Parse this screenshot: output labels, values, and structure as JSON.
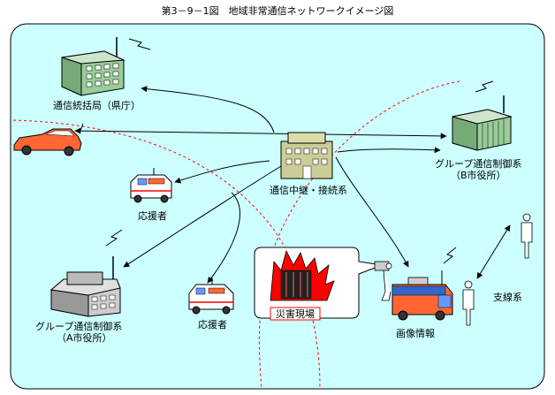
{
  "title": "第3－9－1図　地域非常通信ネットワークイメージ図",
  "nodes": {
    "prefecture_hq": "通信統括局（県庁）",
    "relay": "通信中継・接続系",
    "group_b_line1": "グループ通信制御系",
    "group_b_line2": "（B市役所）",
    "group_a_line1": "グループ通信制御系",
    "group_a_line2": "（A市役所）",
    "responder_upper": "応援者",
    "responder_lower": "応援者",
    "disaster_site": "災害現場",
    "image_info": "画像情報",
    "support": "支線系"
  },
  "colors": {
    "background_panel": "#ccffff",
    "arrow": "#000000",
    "boundary": "#ff0000",
    "fire": "#ff0000",
    "vehicle_body": "#ff6633",
    "building_green": "#99cc99"
  }
}
